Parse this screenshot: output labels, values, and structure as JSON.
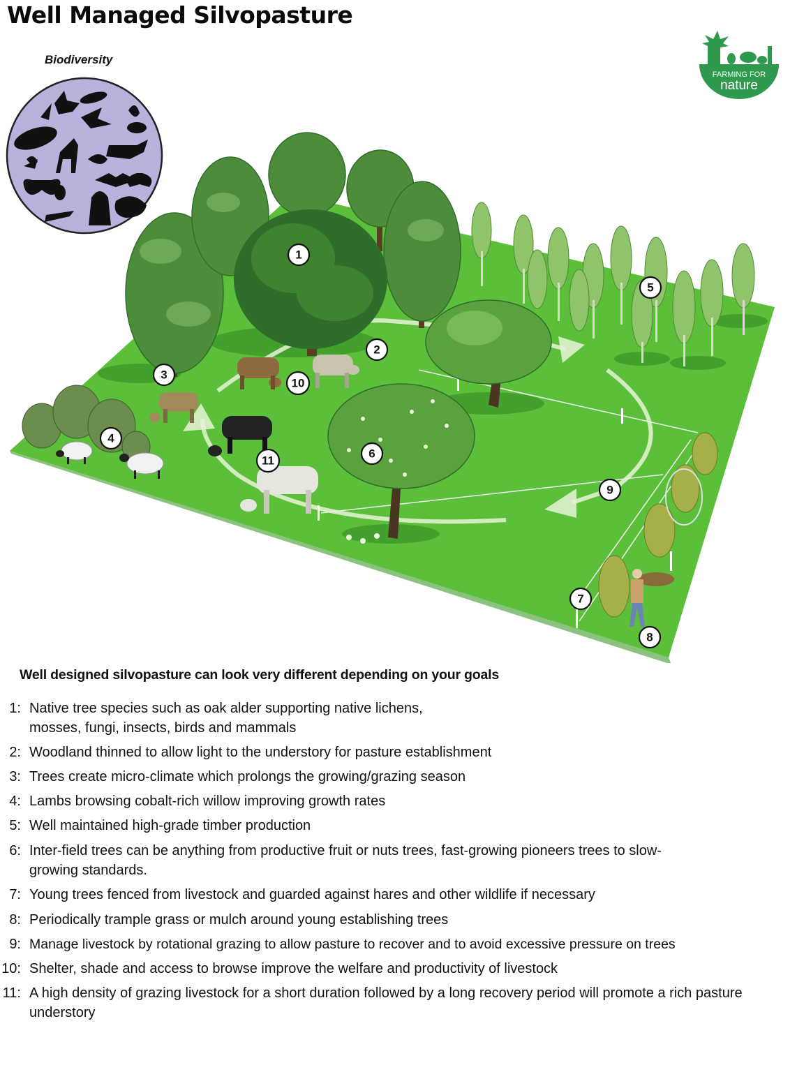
{
  "title": "Well Managed Silvopasture",
  "biodiversity_label": "Biodiversity",
  "logo": {
    "line1": "FARMING FOR",
    "line2": "nature"
  },
  "markers": [
    "1",
    "2",
    "3",
    "4",
    "5",
    "6",
    "7",
    "8",
    "9",
    "10",
    "11"
  ],
  "subtitle": "Well designed silvopasture can look very different depending on your goals",
  "legend": [
    {
      "num": "1:",
      "text": "Native tree species such as oak alder supporting  native lichens, mosses, fungi, insects, birds and mammals"
    },
    {
      "num": "2:",
      "text": "Woodland thinned to allow light to the understory for pasture establishment"
    },
    {
      "num": "3:",
      "text": "Trees create micro-climate which prolongs the growing/grazing season"
    },
    {
      "num": "4:",
      "text": "Lambs browsing cobalt-rich willow improving growth rates"
    },
    {
      "num": "5:",
      "text": "Well maintained high-grade timber production"
    },
    {
      "num": "6:",
      "text": "Inter-field trees can be anything from productive fruit or nuts trees, fast-growing pioneers trees to slow-growing standards."
    },
    {
      "num": "7:",
      "text": "Young trees fenced from livestock and guarded against hares and other wildlife if necessary"
    },
    {
      "num": "8:",
      "text": "Periodically trample grass or mulch around young establishing trees"
    },
    {
      "num": "9:",
      "text": "Manage livestock by rotational grazing to allow pasture to recover and to avoid excessive pressure on trees"
    },
    {
      "num": "10:",
      "text": "Shelter, shade and access to browse improve the welfare and productivity of livestock"
    },
    {
      "num": "11:",
      "text": "A high density of grazing livestock for a short duration followed by a long recovery period will promote a rich pasture understory"
    }
  ],
  "colors": {
    "pasture": "#5cbf3a",
    "pasture_dark": "#3f9a2a",
    "tree_dark": "#2f6e2a",
    "circle_bg": "#b8b2dc",
    "logo": "#2f9a4e"
  }
}
